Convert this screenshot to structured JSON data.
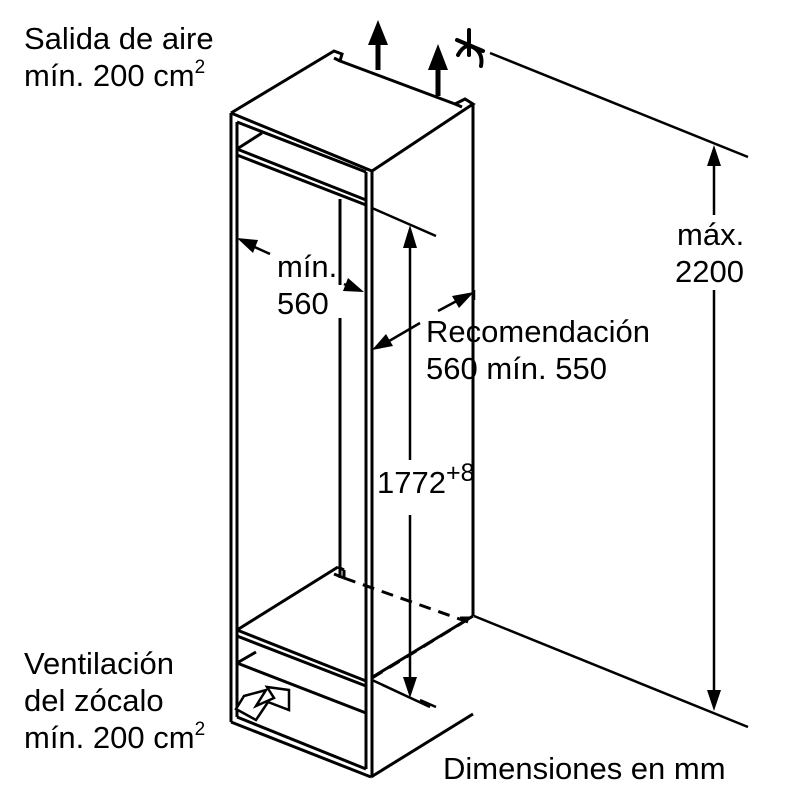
{
  "title": "Installation dimensions diagram — built-in fridge niche",
  "labels": {
    "air_outlet": {
      "line1": "Salida de aire",
      "line2_prefix": "mín. 200 cm",
      "line2_sup": "2"
    },
    "niche_width": {
      "line1": "mín.",
      "line2": "560"
    },
    "niche_depth": {
      "line1": "Recomendación",
      "line2": "560 mín. 550"
    },
    "niche_height": {
      "value": "1772",
      "tolerance": "+8"
    },
    "max_height": {
      "line1": "máx.",
      "line2": "2200"
    },
    "plinth_ventilation": {
      "line1": "Ventilación",
      "line2": "del zócalo",
      "line3_prefix": "mín. 200 cm",
      "line3_sup": "2"
    },
    "units_note": "Dimensiones en mm"
  },
  "icons": {
    "air_out_arrows": "up-arrow-icon",
    "socket_symbol": "power-socket-icon",
    "air_in_arrow": "hollow-right-arrow-icon"
  },
  "colors": {
    "line": "#000000",
    "background": "#ffffff"
  }
}
